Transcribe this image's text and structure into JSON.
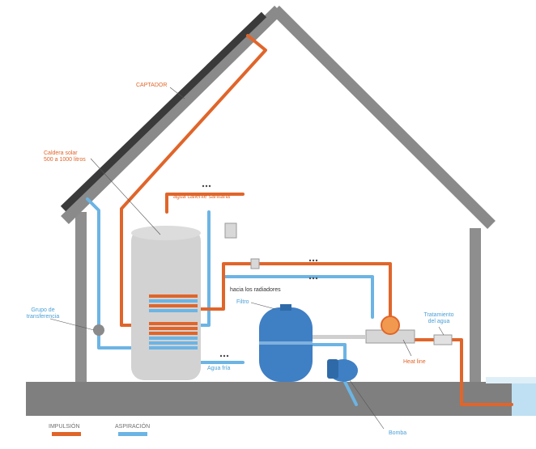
{
  "labels": {
    "captador": "CAPTADOR",
    "caldera_line1": "Caldera solar",
    "caldera_line2": "500 a 1000 litros",
    "agua_caliente": "agua caliente sanitaria",
    "hacia_radiadores": "hacia los radiadores",
    "filtro": "Filtro",
    "grupo_line1": "Grupo de",
    "grupo_line2": "transferencia",
    "tratamiento_line1": "Tratamiento",
    "tratamiento_line2": "del agua",
    "heat_line": "Heat line",
    "agua_fria": "Agua fría",
    "bomba": "Bomba"
  },
  "legend": {
    "impulsion": {
      "label": "IMPULSIÓN",
      "color": "#e0652a"
    },
    "aspiracion": {
      "label": "ASPIRACIÓN",
      "color": "#6cb4e4"
    }
  },
  "colors": {
    "house": "#8e8e8e",
    "ground": "#7f7f7f",
    "panel": "#3a3a3a",
    "tank": "#d2d2d2",
    "filter": "#3f7fc4",
    "pool": "#bfe0f2"
  }
}
